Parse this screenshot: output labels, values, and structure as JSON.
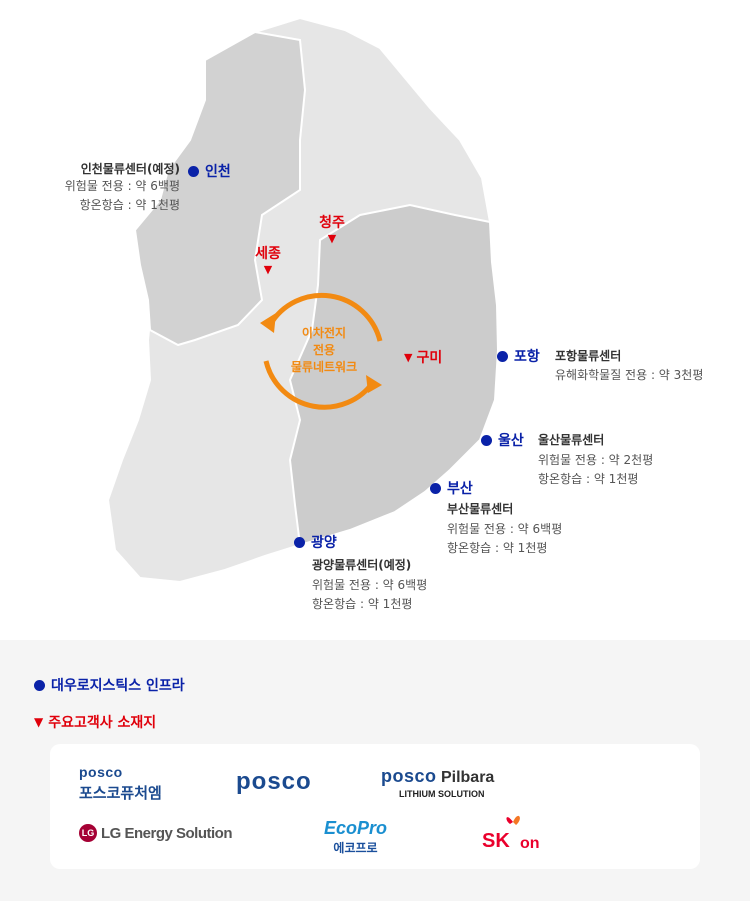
{
  "network_label": [
    "이차전지",
    "전용",
    "물류네트워크"
  ],
  "infra_sites": [
    {
      "city": "인천",
      "center": "인천물류센터(예정)",
      "details": [
        "위험물 전용 : 약 6백평",
        "항온항습 : 약 1천평"
      ]
    },
    {
      "city": "포항",
      "center": "포항물류센터",
      "details": [
        "유해화학물질 전용 : 약 3천평"
      ]
    },
    {
      "city": "울산",
      "center": "울산물류센터",
      "details": [
        "위험물 전용 : 약 2천평",
        "항온항습 : 약 1천평"
      ]
    },
    {
      "city": "부산",
      "center": "부산물류센터",
      "details": [
        "위험물 전용 : 약 6백평",
        "항온항습 : 약 1천평"
      ]
    },
    {
      "city": "광양",
      "center": "광양물류센터(예정)",
      "details": [
        "위험물 전용 : 약 6백평",
        "항온항습 : 약 1천평"
      ]
    }
  ],
  "customer_sites": [
    "세종",
    "청주",
    "구미"
  ],
  "legend": {
    "infra": "대우로지스틱스 인프라",
    "customer": "주요고객사 소재지"
  },
  "logos": {
    "posco_futurem": {
      "brand": "posco",
      "name": "포스코퓨처엠"
    },
    "posco": "posco",
    "posco_pilbara": {
      "brand": "posco",
      "name": "Pilbara",
      "sub": "LITHIUM SOLUTION"
    },
    "lg": "LG Energy Solution",
    "ecopro": {
      "name": "EcoPro",
      "sub": "에코프로"
    },
    "skon": {
      "sk": "SK",
      "on": "on"
    }
  },
  "colors": {
    "infra": "#0a22a8",
    "customer": "#e0000b",
    "network": "#f28a12",
    "land": "#d9d9d9",
    "land_dark": "#c9c9c9"
  }
}
